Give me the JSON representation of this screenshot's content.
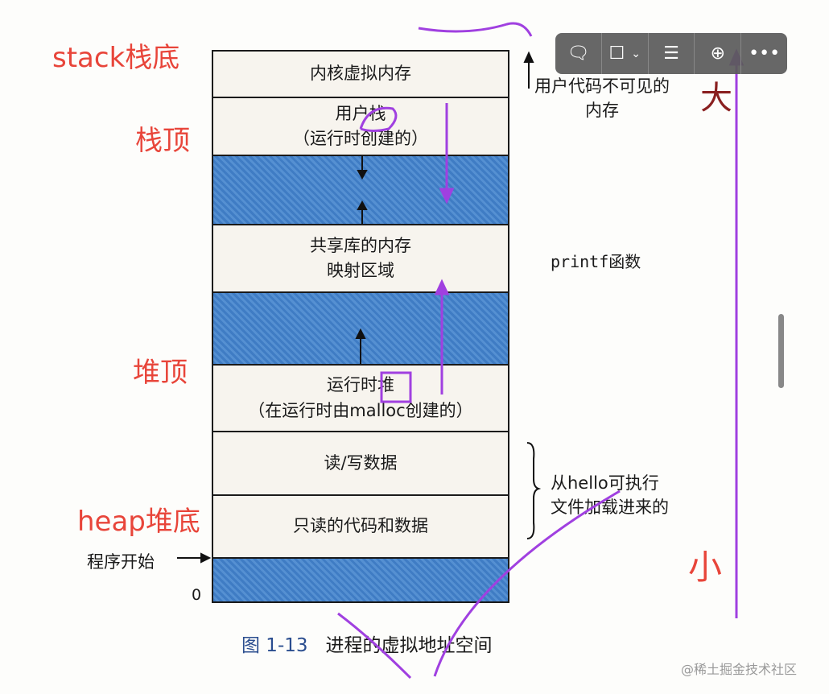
{
  "diagram": {
    "rows": [
      {
        "lines": [
          "内核虚拟内存"
        ],
        "fill": "plain"
      },
      {
        "lines": [
          "用户栈",
          "（运行时创建的）"
        ],
        "fill": "plain"
      },
      {
        "lines": [],
        "fill": "blue"
      },
      {
        "lines": [
          "共享库的内存",
          "映射区域"
        ],
        "fill": "plain"
      },
      {
        "lines": [],
        "fill": "blue"
      },
      {
        "lines": [
          "运行时堆",
          "（在运行时由malloc创建的）"
        ],
        "fill": "plain"
      },
      {
        "lines": [
          "读/写数据"
        ],
        "fill": "plain"
      },
      {
        "lines": [
          "只读的代码和数据"
        ],
        "fill": "plain"
      },
      {
        "lines": [],
        "fill": "blue"
      }
    ],
    "side_labels": {
      "invisible": [
        "用户代码不可见的",
        "内存"
      ],
      "printf": "printf函数",
      "loaded": [
        "从hello可执行",
        "文件加载进来的"
      ],
      "program_start": "程序开始",
      "zero": "0"
    },
    "caption": {
      "fig": "图 1-13",
      "text": "进程的虚拟地址空间"
    }
  },
  "annotations": {
    "stack_bottom": "stack栈底",
    "stack_top": "栈顶",
    "heap_top": "堆顶",
    "heap_bottom": "heap堆底",
    "big": "大",
    "small": "小",
    "color": "#e8453a",
    "pen": "#a040e0"
  },
  "toolbar": {
    "icons": [
      "comment-icon",
      "frame-icon",
      "chevron-down-icon",
      "text-layout-icon",
      "download-icon",
      "more-icon"
    ]
  },
  "watermark": "@稀土掘金技术社区"
}
